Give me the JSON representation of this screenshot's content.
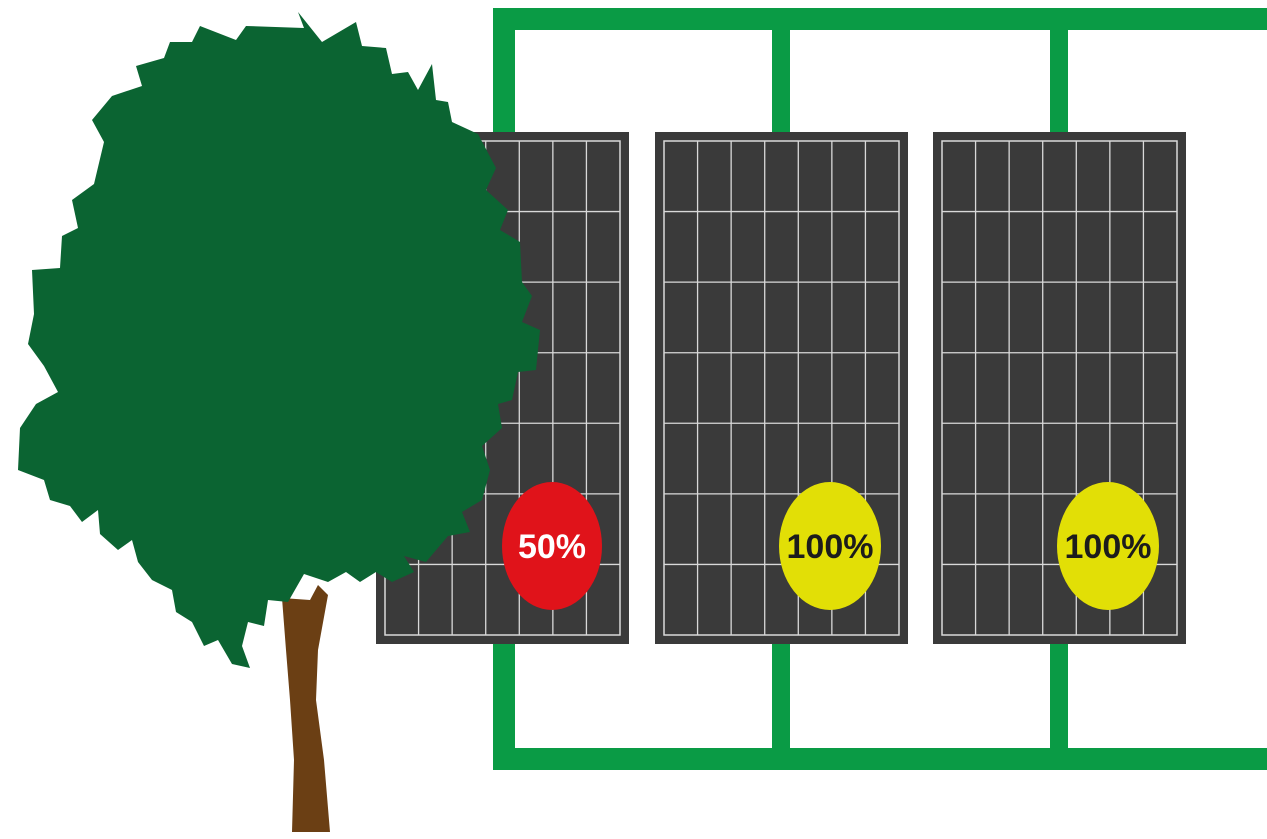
{
  "colors": {
    "wire": "#0a9b45",
    "panel": "#3a3a3a",
    "panel_grid": "#d9d9d9",
    "foliage": "#0b6432",
    "trunk": "#6b3f14",
    "badge_shaded": "#e0131a",
    "badge_shaded_text": "#ffffff",
    "badge_full": "#e2df06",
    "badge_full_text": "#1c1c1c"
  },
  "panels": [
    {
      "label": "50%",
      "output_percent": 50,
      "shaded": true
    },
    {
      "label": "100%",
      "output_percent": 100,
      "shaded": false
    },
    {
      "label": "100%",
      "output_percent": 100,
      "shaded": false
    }
  ],
  "icons": {
    "tree": "tree-icon",
    "panel": "solar-panel-icon"
  }
}
